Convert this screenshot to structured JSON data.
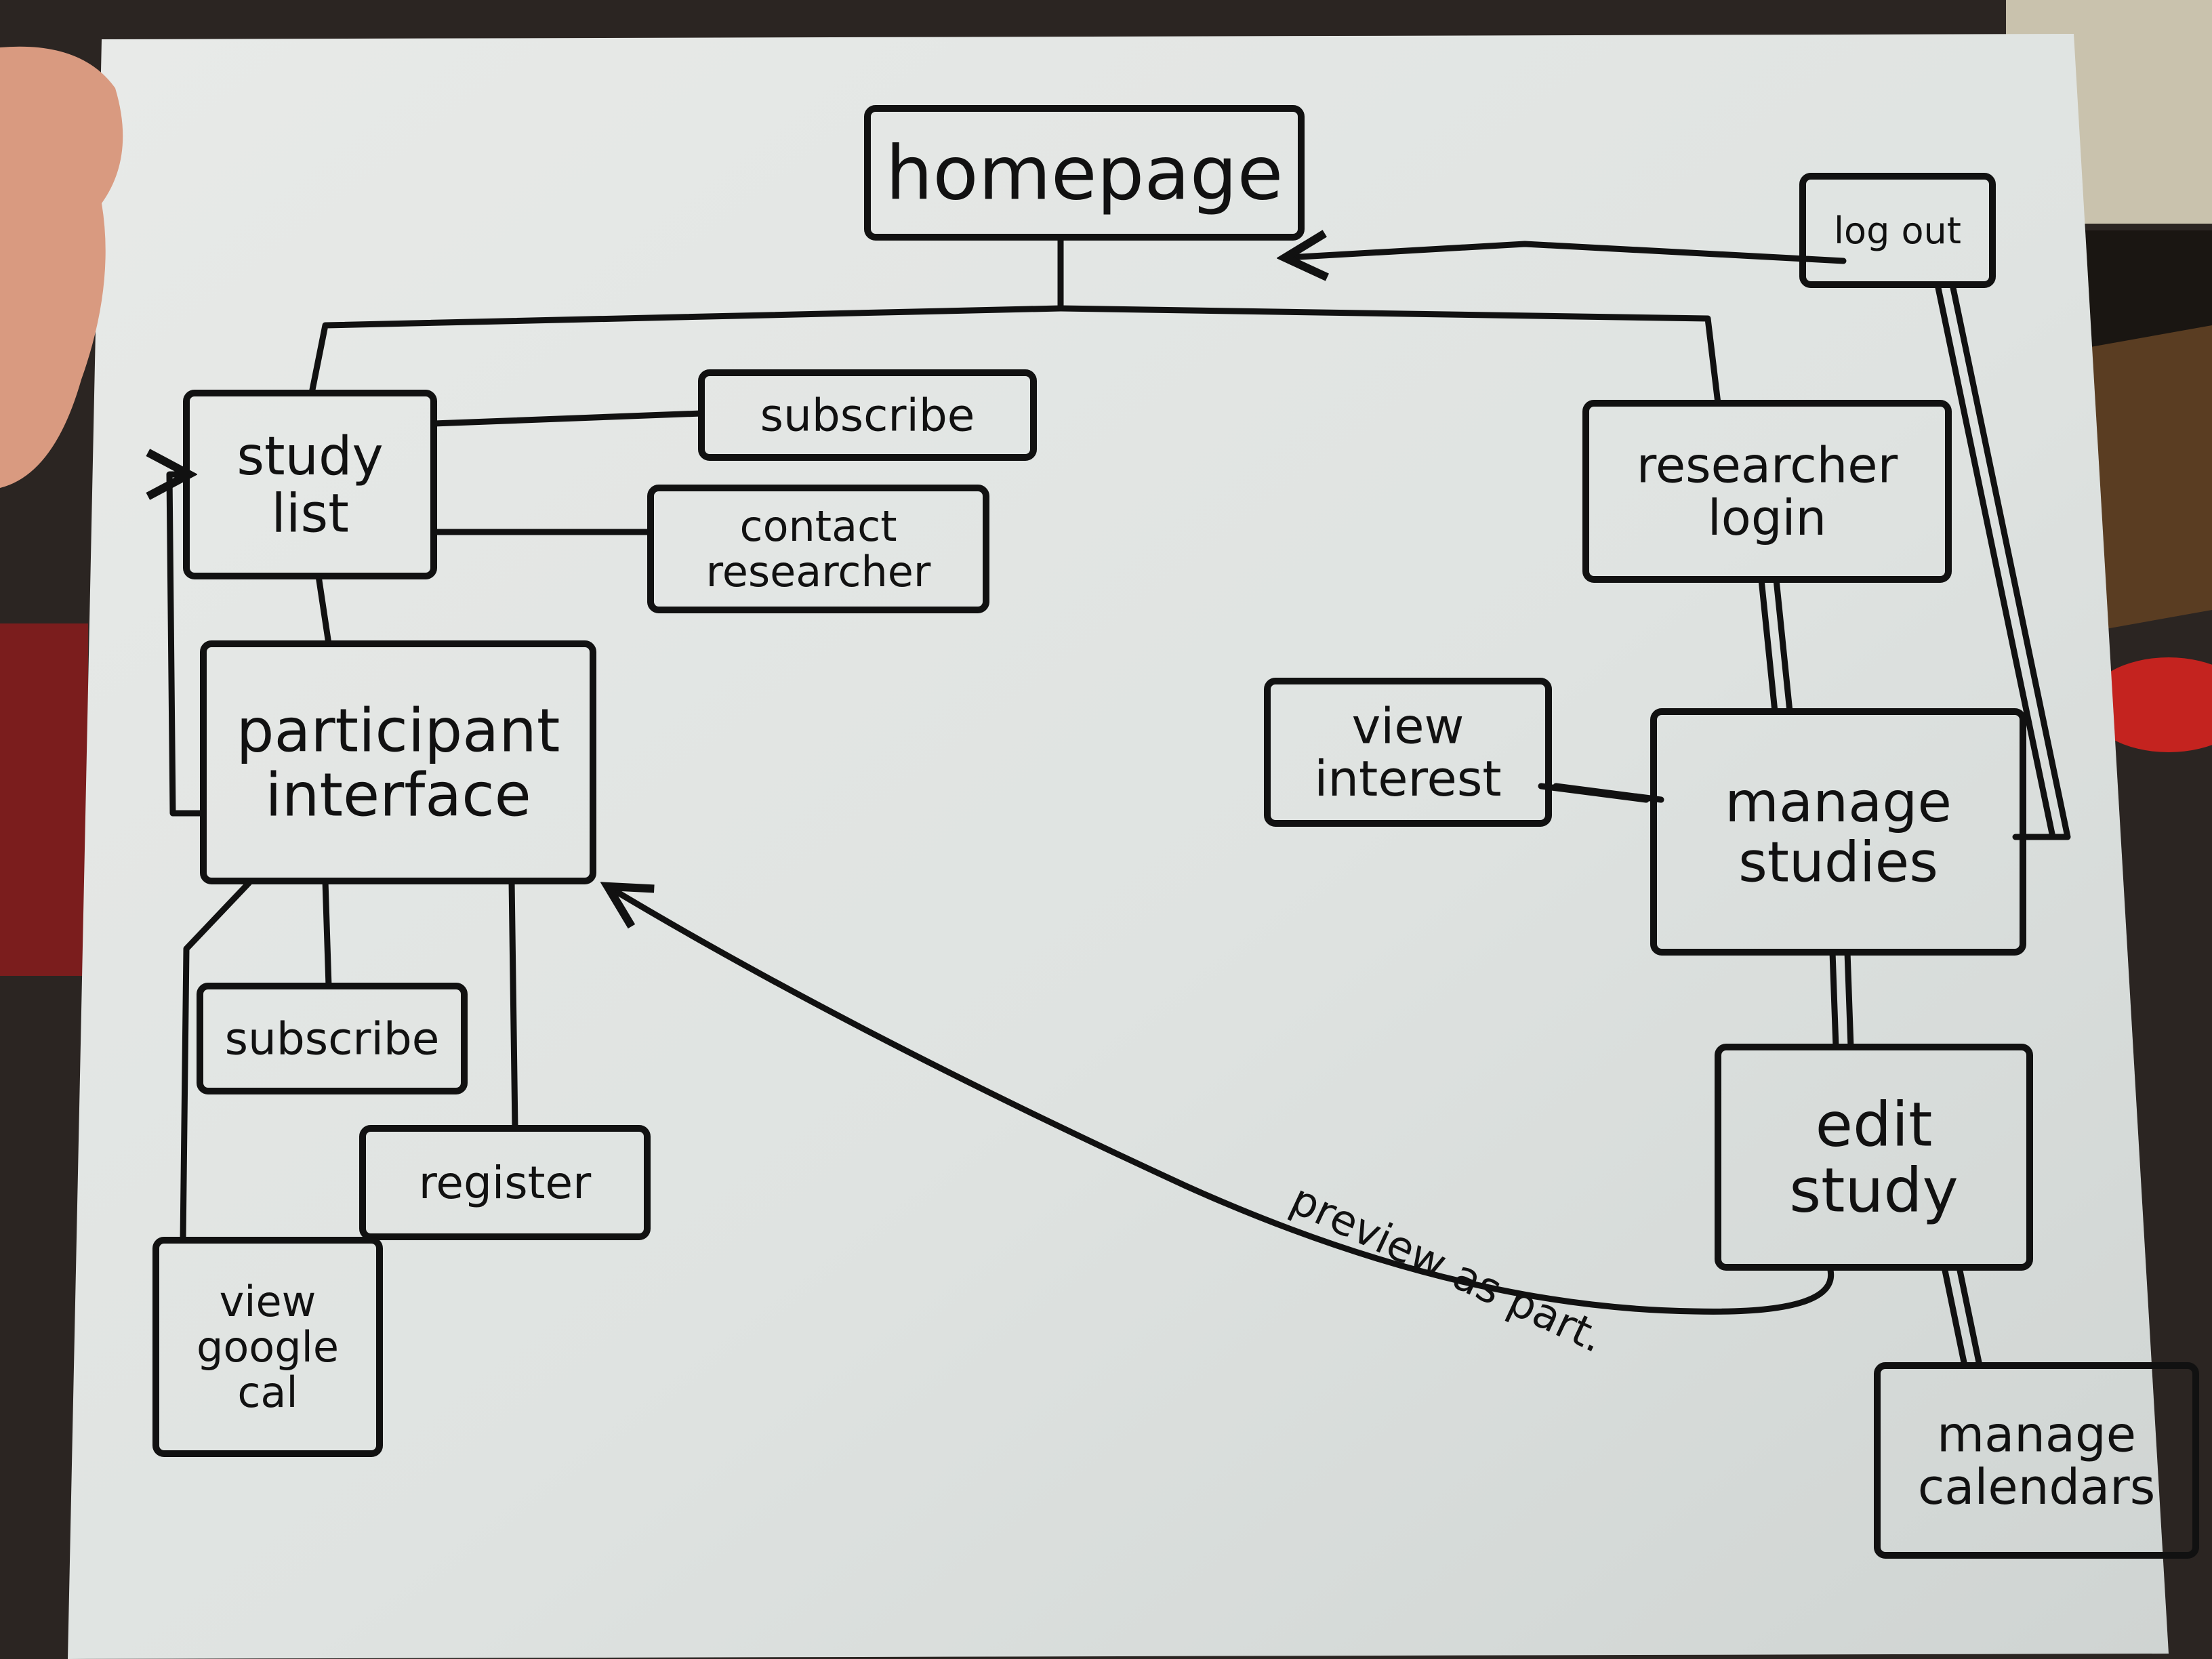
{
  "diagram": {
    "type": "site-map",
    "nodes": [
      {
        "id": "homepage",
        "lines": [
          "homepage"
        ]
      },
      {
        "id": "logout",
        "lines": [
          "log out"
        ]
      },
      {
        "id": "study-list",
        "lines": [
          "study",
          "list"
        ]
      },
      {
        "id": "subscribe-top",
        "lines": [
          "subscribe"
        ]
      },
      {
        "id": "contact-researcher",
        "lines": [
          "contact",
          "researcher"
        ]
      },
      {
        "id": "researcher-login",
        "lines": [
          "researcher",
          "login"
        ]
      },
      {
        "id": "participant-interface",
        "lines": [
          "participant",
          "interface"
        ]
      },
      {
        "id": "view-interest",
        "lines": [
          "view",
          "interest"
        ]
      },
      {
        "id": "manage-studies",
        "lines": [
          "manage",
          "studies"
        ]
      },
      {
        "id": "subscribe-bottom",
        "lines": [
          "subscribe"
        ]
      },
      {
        "id": "register",
        "lines": [
          "register"
        ]
      },
      {
        "id": "edit-study",
        "lines": [
          "edit",
          "study"
        ]
      },
      {
        "id": "view-google-cal",
        "lines": [
          "view",
          "google",
          "cal"
        ]
      },
      {
        "id": "manage-calendars",
        "lines": [
          "manage",
          "calendars"
        ]
      }
    ],
    "edges": [
      {
        "from": "homepage",
        "to": "study-list"
      },
      {
        "from": "homepage",
        "to": "researcher-login"
      },
      {
        "from": "logout",
        "to": "homepage"
      },
      {
        "from": "study-list",
        "to": "subscribe-top"
      },
      {
        "from": "study-list",
        "to": "contact-researcher"
      },
      {
        "from": "study-list",
        "to": "participant-interface"
      },
      {
        "from": "participant-interface",
        "to": "study-list"
      },
      {
        "from": "participant-interface",
        "to": "subscribe-bottom"
      },
      {
        "from": "participant-interface",
        "to": "register"
      },
      {
        "from": "participant-interface",
        "to": "view-google-cal"
      },
      {
        "from": "researcher-login",
        "to": "manage-studies"
      },
      {
        "from": "manage-studies",
        "to": "view-interest"
      },
      {
        "from": "manage-studies",
        "to": "edit-study"
      },
      {
        "from": "manage-studies",
        "to": "logout"
      },
      {
        "from": "edit-study",
        "to": "manage-calendars"
      },
      {
        "from": "edit-study",
        "to": "participant-interface",
        "label": "preview as part."
      }
    ]
  },
  "colors": {
    "paper": "#e2e5e3",
    "ink": "#111111",
    "background": "#2b2522",
    "skin": "#d99a80"
  }
}
